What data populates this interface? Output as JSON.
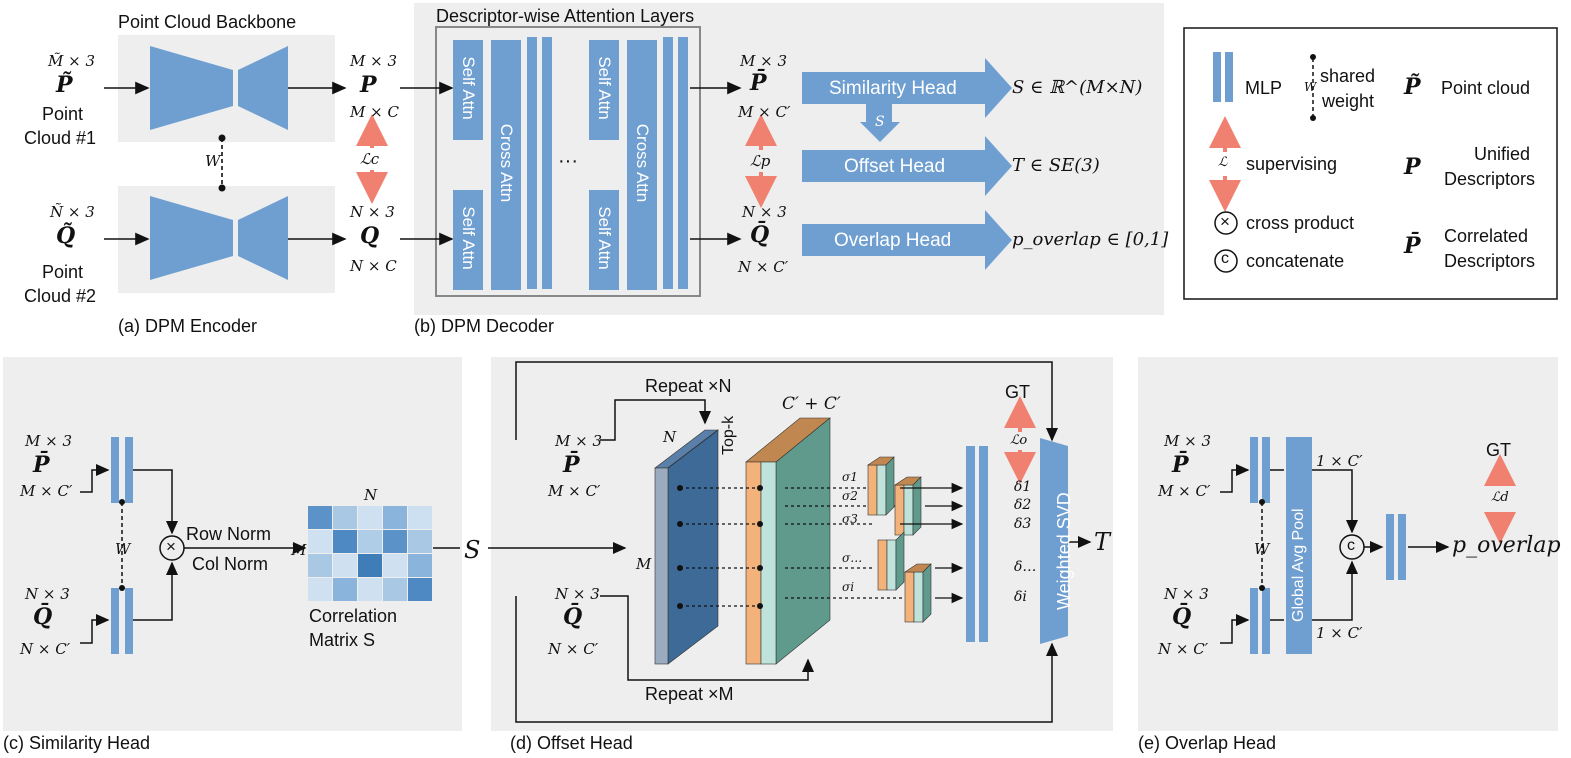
{
  "encoder": {
    "title": "Point Cloud Backbone",
    "caption": "(a) DPM Encoder",
    "in1_dim": "M̃ × 3",
    "in1_sym": "P̃",
    "in1_label1": "Point",
    "in1_label2": "Cloud #1",
    "in2_dim": "Ñ × 3",
    "in2_sym": "Q̃",
    "in2_label1": "Point",
    "in2_label2": "Cloud #2",
    "shared_w": "W",
    "out1_dim_top": "M × 3",
    "out1_sym": "P",
    "out1_dim_bot": "M × C",
    "out2_dim_top": "N × 3",
    "out2_sym": "Q",
    "out2_dim_bot": "N × C",
    "loss_c": "ℒc"
  },
  "decoder": {
    "title": "Descriptor-wise Attention Layers",
    "caption": "(b) DPM Decoder",
    "self_attn": "Self Attn",
    "cross_attn": "Cross Attn",
    "ellipsis": "···",
    "out1_dim_top": "M × 3",
    "out1_sym": "P̄",
    "out1_dim_bot": "M × C′",
    "out2_dim_top": "N × 3",
    "out2_sym": "Q̄",
    "out2_dim_bot": "N × C′",
    "loss_p": "ℒp",
    "sim_head": "Similarity Head",
    "sim_out": "S ∈ ℝ^(M×N)",
    "s_label": "S",
    "off_head": "Offset Head",
    "off_out": "T ∈ SE(3)",
    "ovl_head": "Overlap Head",
    "ovl_out": "p_overlap ∈ [0,1]"
  },
  "legend": {
    "mlp": "MLP",
    "w": "W",
    "shared1": "shared",
    "shared2": "weight",
    "pc_sym": "P̃",
    "pc_text": "Point cloud",
    "loss_sym": "ℒ",
    "sup": "supervising",
    "ud_sym": "P",
    "ud1": "Unified",
    "ud2": "Descriptors",
    "cross_sym": "×",
    "cross": "cross product",
    "cd_sym": "P̄",
    "cd1": "Correlated",
    "cd2": "Descriptors",
    "concat_sym": "c",
    "concat": "concatenate"
  },
  "similarity": {
    "caption": "(c) Similarity Head",
    "p_dim_top": "M × 3",
    "p_sym": "P̄",
    "p_dim_bot": "M × C′",
    "q_dim_top": "N × 3",
    "q_sym": "Q̄",
    "q_dim_bot": "N × C′",
    "w": "W",
    "row_norm": "Row Norm",
    "col_norm": "Col Norm",
    "m": "M",
    "n": "N",
    "matrix1": "Correlation",
    "matrix2": "Matrix S",
    "s_out": "S",
    "matrix_colors": [
      [
        "#5b92c8",
        "#a9c8e4",
        "#cfe0f1",
        "#8ab4dc",
        "#cde0f1"
      ],
      [
        "#cfe0f1",
        "#4f89c3",
        "#b0cde7",
        "#5b92c8",
        "#a9c8e4"
      ],
      [
        "#a9c8e4",
        "#cfe0f1",
        "#3f7db9",
        "#cfe0f1",
        "#8ab4dc"
      ],
      [
        "#cfe0f1",
        "#8ab4dc",
        "#cfe0f1",
        "#a9c8e4",
        "#4f89c3"
      ]
    ]
  },
  "offset": {
    "caption": "(d) Offset Head",
    "repeat_n": "Repeat ×N",
    "repeat_m": "Repeat ×M",
    "p_dim_top": "M × 3",
    "p_sym": "P̄",
    "p_dim_bot": "M × C′",
    "q_dim_top": "N × 3",
    "q_sym": "Q̄",
    "q_dim_bot": "N × C′",
    "n": "N",
    "m": "M",
    "topk": "Top-k",
    "cc": "C′ + C′",
    "sigmas": [
      "σ1",
      "σ2",
      "σ3",
      "σ…",
      "σi"
    ],
    "deltas": [
      "δ1",
      "δ2",
      "δ3",
      "δ…",
      "δi"
    ],
    "gt": "GT",
    "loss_o": "ℒo",
    "svd": "Weighted SVD",
    "t_out": "T"
  },
  "overlap": {
    "caption": "(e) Overlap Head",
    "p_dim_top": "M × 3",
    "p_sym": "P̄",
    "p_dim_bot": "M × C′",
    "q_dim_top": "N × 3",
    "q_sym": "Q̄",
    "q_dim_bot": "N × C′",
    "w": "W",
    "gap": "Global Avg Pool",
    "c1": "1 × C′",
    "c2": "1 × C′",
    "concat": "c",
    "gt": "GT",
    "loss_d": "ℒd",
    "out": "p_overlap"
  },
  "colors": {
    "panel": "#eeeeee",
    "blue": "#6f9fd0",
    "arrow_red": "#f08070",
    "orange": "#f3b27a",
    "teal": "#5f9a8c",
    "navy": "#3d6a96"
  }
}
